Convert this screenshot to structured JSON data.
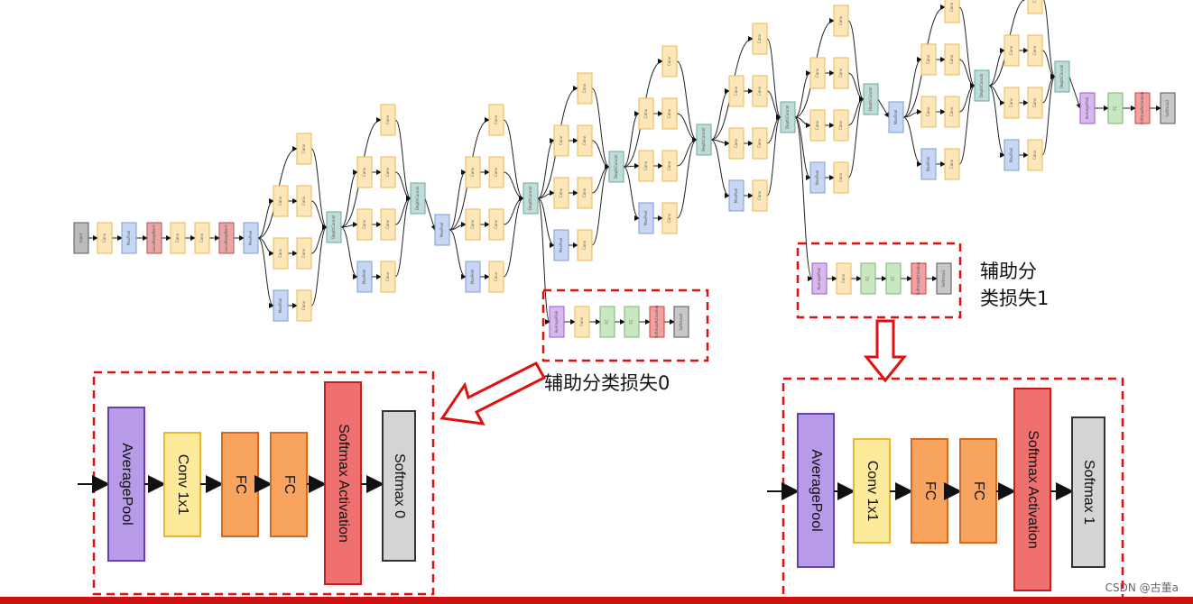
{
  "labels": {
    "aux1": "辅助分\n类损失1",
    "aux0": "辅助分类损失0",
    "watermark": "CSDN @古董a"
  },
  "detail_blocks": {
    "left": [
      "AveragePool",
      "Conv 1x1",
      "FC",
      "FC",
      "Softmax Activation",
      "Softmax 0"
    ],
    "right": [
      "AveragePool",
      "Conv 1x1",
      "FC",
      "FC",
      "Softmax Activation",
      "Softmax 1"
    ]
  },
  "mini_labels": {
    "input": "Input",
    "conv": "Conv",
    "maxpool": "MaxPool",
    "lrn": "LocalRespNorm",
    "depthconcat": "DepthConcat",
    "avgpool": "AveragePool",
    "fc": "FC",
    "softmax_act": "SoftmaxActivation",
    "softmax0": "Softmax0",
    "softmax1": "Softmax1",
    "softmax2": "Softmax2"
  },
  "colors": {
    "conv": "#fde7b8",
    "conv_border": "#e8b85a",
    "pool": "#c7d7f3",
    "pool_border": "#7d9bd4",
    "norm": "#e7a7a7",
    "norm_border": "#b25454",
    "concat": "#bfdcd9",
    "concat_border": "#6aa8a1",
    "avgpool": "#d9b8ef",
    "avgpool_border": "#9a5bc7",
    "fc": "#c9e8c2",
    "fc_border": "#7ab56e",
    "softmax_act": "#f3a0a0",
    "softmax_act_border": "#c84040",
    "softmax": "#c8c8c8",
    "softmax_border": "#555555",
    "dashed": "#e01010",
    "big_avgpool_fill": "#b89be8",
    "big_avgpool_border": "#6a3fb0",
    "big_conv_fill": "#fdea9a",
    "big_conv_border": "#e7b830",
    "big_fc_fill": "#f8a45e",
    "big_fc_border": "#d66a20",
    "big_softact_fill": "#f07070",
    "big_softact_border": "#c02020",
    "big_softmax_fill": "#d4d4d4",
    "big_softmax_border": "#333333"
  }
}
